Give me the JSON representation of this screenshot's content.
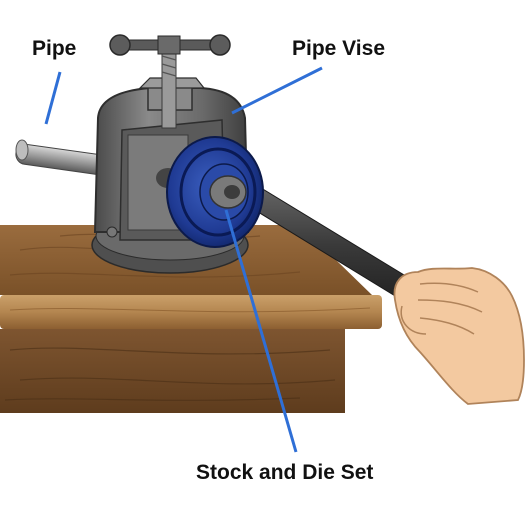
{
  "labels": {
    "pipe": "Pipe",
    "pipe_vise": "Pipe Vise",
    "stock_die": "Stock and Die Set"
  },
  "colors": {
    "leader_line": "#2f6fd6",
    "vise_metal": "#6e6e6e",
    "die_stock": "#1f3a93",
    "wood": "#8b6238",
    "skin": "#f3c9a0"
  },
  "icons": {
    "hand": "hand-icon"
  }
}
